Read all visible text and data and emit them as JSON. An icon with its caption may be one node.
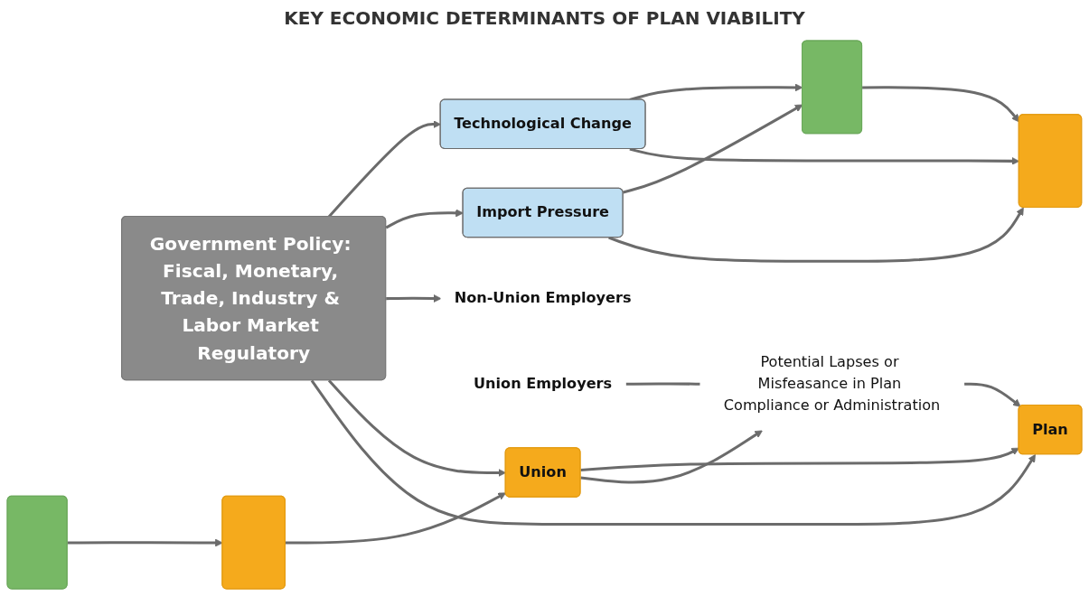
{
  "diagram": {
    "title": "KEY ECONOMIC DETERMINANTS OF PLAN VIABILITY",
    "nodes": [
      {
        "text": [
          "Government Policy: Fiscal, Monetary, Trade, Industry & Labor Market Regulatory"
        ]
      },
      {
        "text": [
          "Import Pressure"
        ]
      },
      {
        "text": [
          "Technological Change"
        ]
      },
      {
        "text": [
          "Non-Union Employers"
        ]
      },
      {
        "text": [],
        "shape": "box"
      },
      {
        "text": [],
        "shape": "box"
      },
      {
        "text": [
          "Union Employers"
        ]
      },
      {
        "text": [],
        "shape": "box"
      },
      {
        "text": [],
        "shape": "box"
      },
      {
        "text": [
          "Union"
        ]
      },
      {
        "text": [
          "Plan"
        ]
      },
      {
        "text": [
          "Potential Lapses or Misfeasance in Plan Compliance or Administration"
        ]
      }
    ],
    "edges": [
      {
        "from": 0,
        "to": 2,
        "arrow": "to"
      },
      {
        "from": 0,
        "to": 1,
        "arrow": "to"
      },
      {
        "from": 0,
        "to": 3,
        "arrow": "to"
      },
      {
        "from": 0,
        "to": 9,
        "arrow": "to"
      },
      {
        "from": 0,
        "to": 10,
        "arrow": "to"
      },
      {
        "from": 1,
        "to": 4,
        "arrow": "to"
      },
      {
        "from": 1,
        "to": 7,
        "arrow": "to"
      },
      {
        "from": 2,
        "to": 4,
        "arrow": "to"
      },
      {
        "from": 2,
        "to": 7,
        "arrow": "to"
      },
      {
        "from": 4,
        "to": 7,
        "arrow": "to"
      },
      {
        "from": 5,
        "to": 8,
        "arrow": "to"
      },
      {
        "from": 8,
        "to": 9,
        "arrow": "to"
      },
      {
        "from": 9,
        "to": 10,
        "arrow": "to"
      },
      {
        "from": 6,
        "to": 11,
        "arrow": "none"
      },
      {
        "from": 9,
        "to": 11,
        "arrow": "to"
      },
      {
        "from": 11,
        "to": 10,
        "arrow": "to"
      }
    ]
  }
}
